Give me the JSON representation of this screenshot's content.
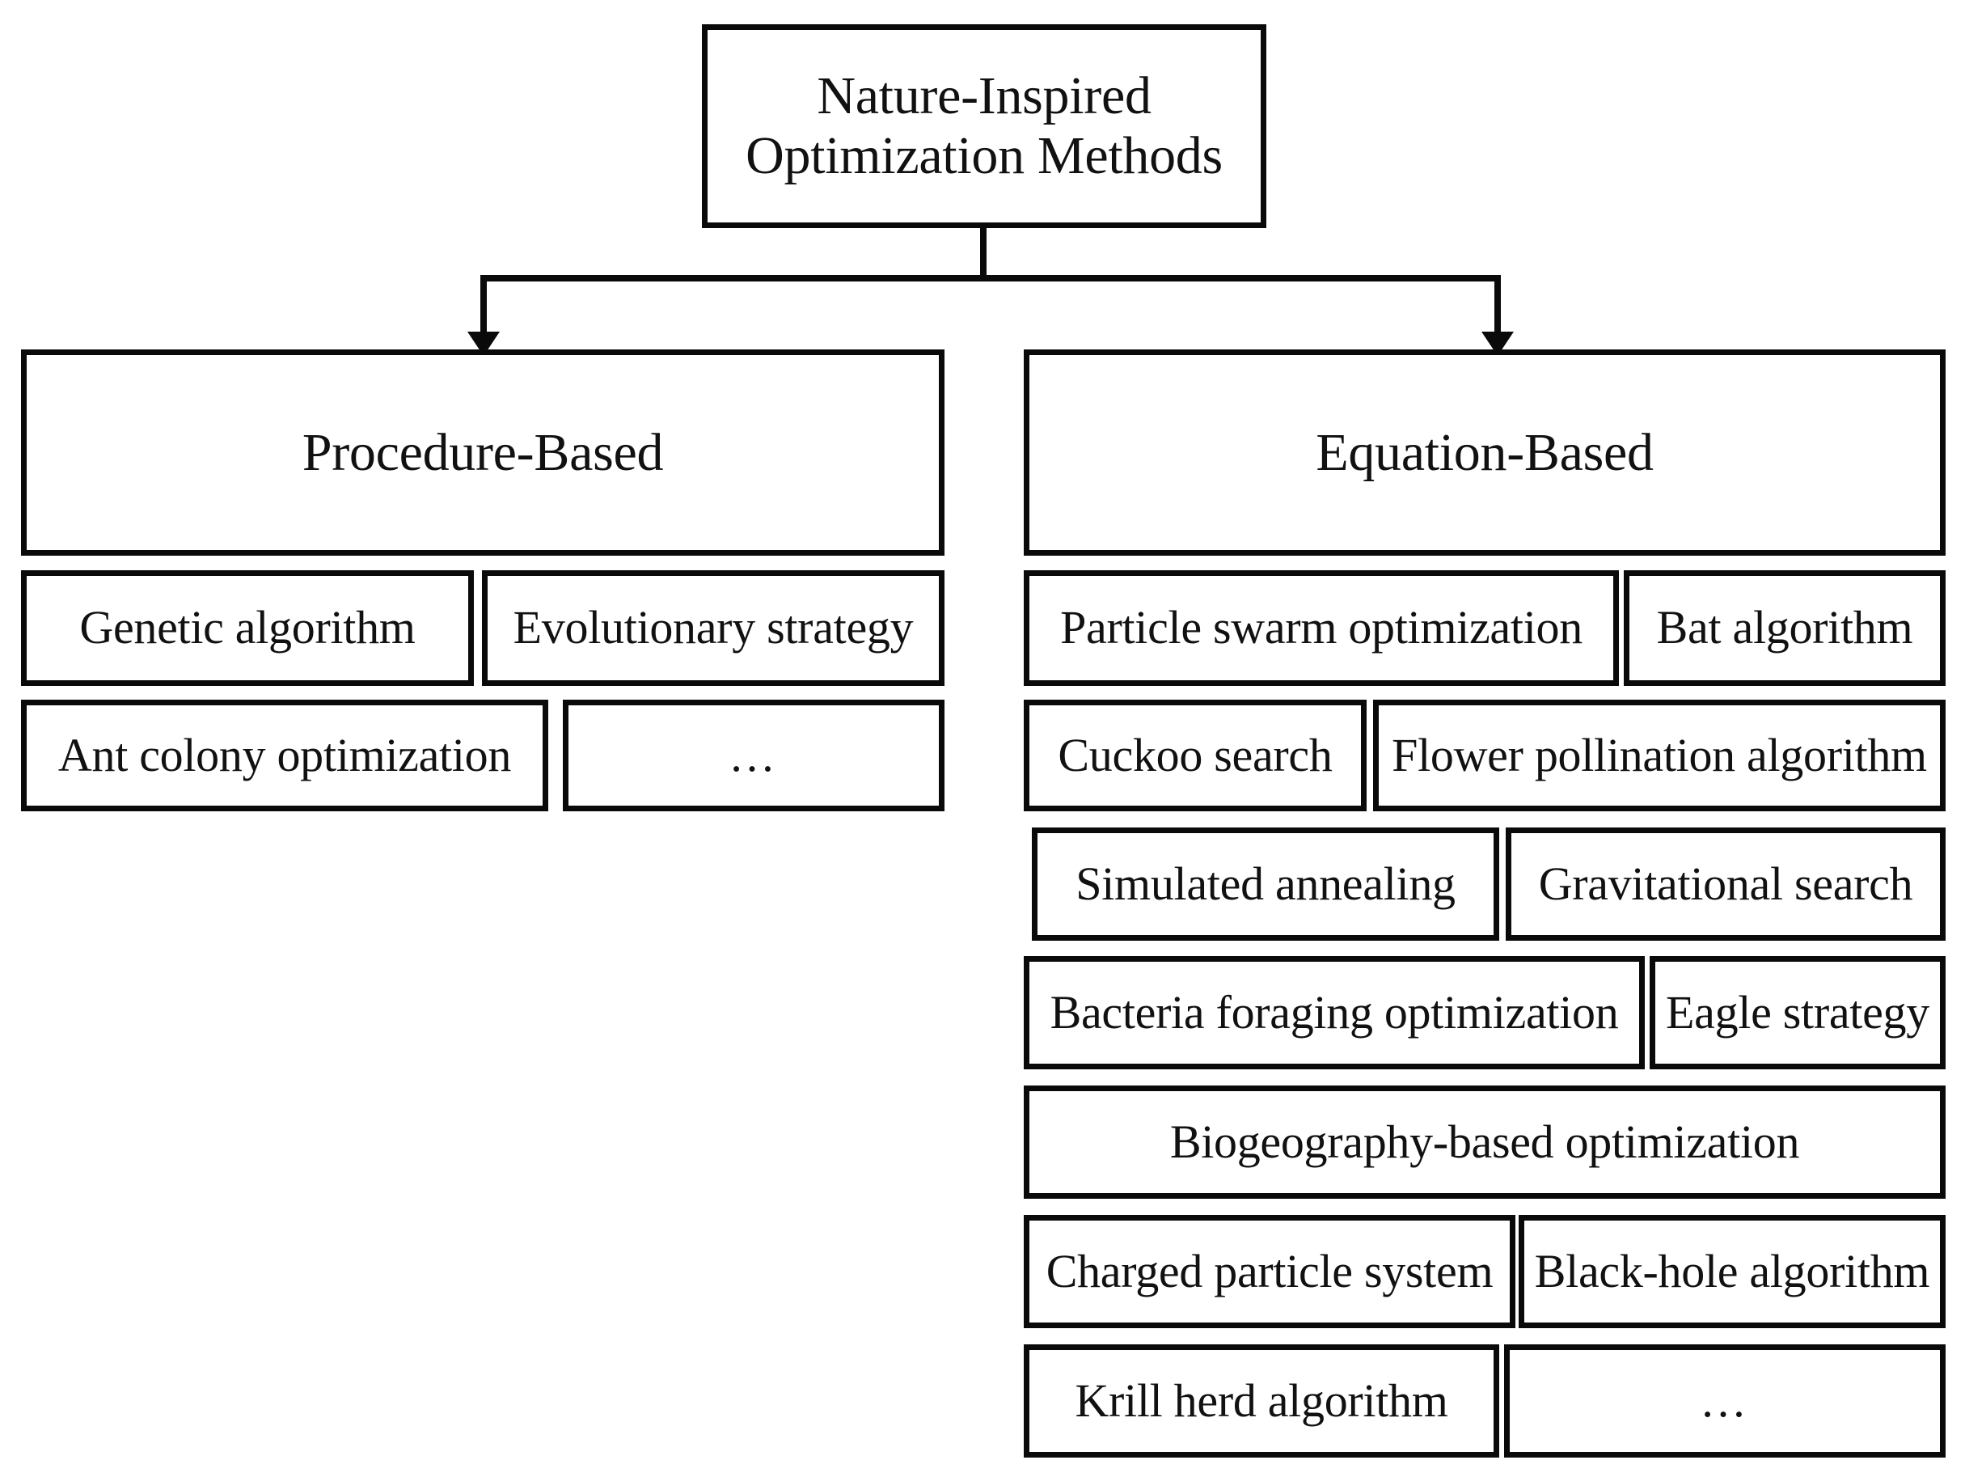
{
  "diagram": {
    "title": "Nature-Inspired Optimization Methods",
    "root": {
      "label": "Nature-Inspired\nOptimization Methods"
    },
    "branches": [
      {
        "label": "Procedure-Based",
        "rows": [
          [
            {
              "label": "Genetic algorithm"
            },
            {
              "label": "Evolutionary strategy"
            }
          ],
          [
            {
              "label": "Ant colony optimization"
            },
            {
              "label": "…"
            }
          ]
        ]
      },
      {
        "label": "Equation-Based",
        "rows": [
          [
            {
              "label": "Particle swarm optimization"
            },
            {
              "label": "Bat algorithm"
            }
          ],
          [
            {
              "label": "Cuckoo search"
            },
            {
              "label": "Flower pollination algorithm"
            }
          ],
          [
            {
              "label": "Simulated annealing"
            },
            {
              "label": "Gravitational search"
            }
          ],
          [
            {
              "label": "Bacteria foraging optimization"
            },
            {
              "label": "Eagle strategy"
            }
          ],
          [
            {
              "label": "Biogeography-based optimization"
            }
          ],
          [
            {
              "label": "Charged particle system"
            },
            {
              "label": "Black-hole algorithm"
            }
          ],
          [
            {
              "label": "Krill herd algorithm"
            },
            {
              "label": "…"
            }
          ]
        ]
      }
    ],
    "colors": {
      "border": "#0a0a0a",
      "text": "#111111",
      "background": "#ffffff"
    }
  }
}
